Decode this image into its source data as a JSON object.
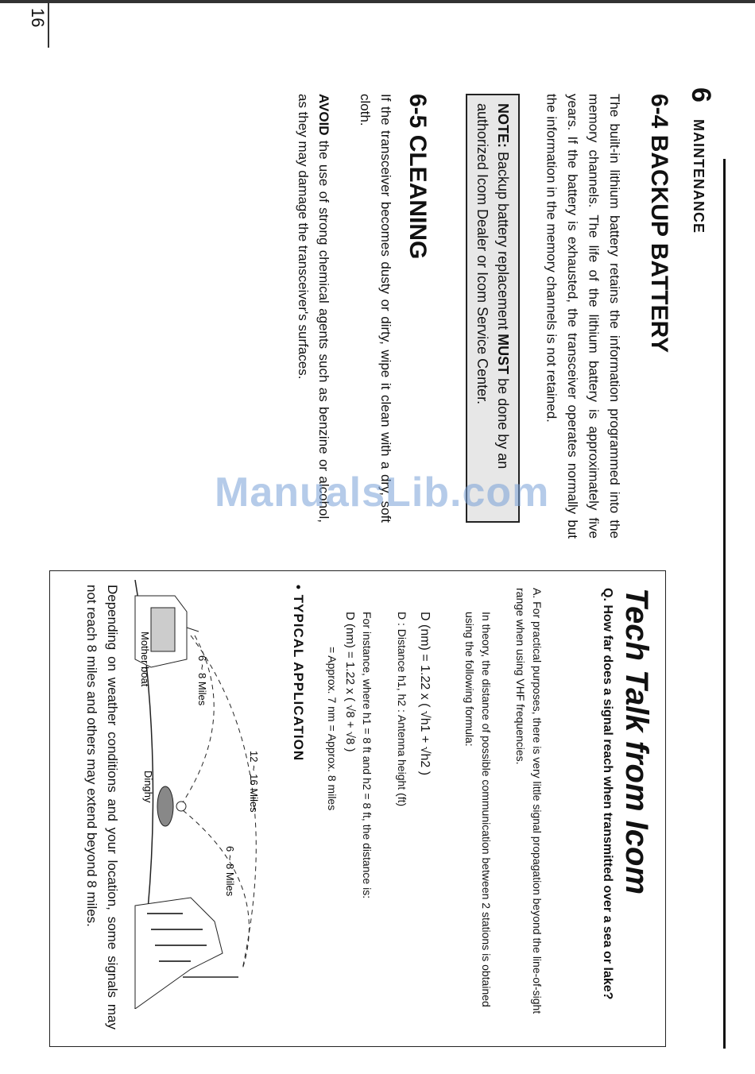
{
  "page_number": "16",
  "chapter": {
    "number": "6",
    "title": "MAINTENANCE"
  },
  "sections": {
    "backup": {
      "heading": "6-4 BACKUP BATTERY",
      "body": "The built-in lithium battery retains the information programmed into the memory channels. The life of the lithium battery is approximately five years. If the battery is exhausted, the transceiver operates normally but the information in the memory channels is not retained.",
      "note_label": "NOTE:",
      "note_text_1": "Backup battery replacement",
      "note_must": "MUST",
      "note_text_2": "be done by an authorized Icom Dealer or Icom Service Center."
    },
    "cleaning": {
      "heading": "6-5 CLEANING",
      "body": "If the transceiver becomes dusty or dirty, wipe it clean with a dry, soft cloth.",
      "avoid_label": "AVOID",
      "avoid_text": "the use of strong chemical agents such as benzine or alcohol, as they may damage the transceiver's surfaces."
    }
  },
  "watermark": "ManualsLib.com",
  "tech_talk": {
    "title": "Tech Talk from Icom",
    "q_label": "Q.",
    "question": "How far does a signal reach when transmitted over a sea or lake?",
    "a_label": "A.",
    "answer_1": "For practical purposes, there is very little signal propagation beyond the line-of-sight range when using VHF frequencies.",
    "answer_2": "In theory, the distance of possible communication between 2 stations is obtained using the following formula:",
    "formula": "D (nm) = 1.22 x ( √h1 + √h2 )",
    "legend": "D : Distance        h1, h2 : Antenna height (ft)",
    "instance_1": "For instance, where h1 = 8 ft and h2 = 8 ft, the distance is:",
    "instance_2": "D (nm) = 1.22 x ( √8 + √8 )",
    "instance_3": "= Approx. 7 nm = Approx. 8 miles",
    "application_heading": "• TYPICAL APPLICATION",
    "diagram": {
      "label_range_long": "12 ~ 16 Miles",
      "label_range_a": "6 ~ 8 Miles",
      "label_range_b": "6 ~ 8 Miles",
      "label_mother": "Mother boat",
      "label_dinghy": "Dinghy"
    },
    "closing": "Depending on weather conditions and your location, some signals may not reach 8 miles and others may extend beyond 8 miles."
  }
}
